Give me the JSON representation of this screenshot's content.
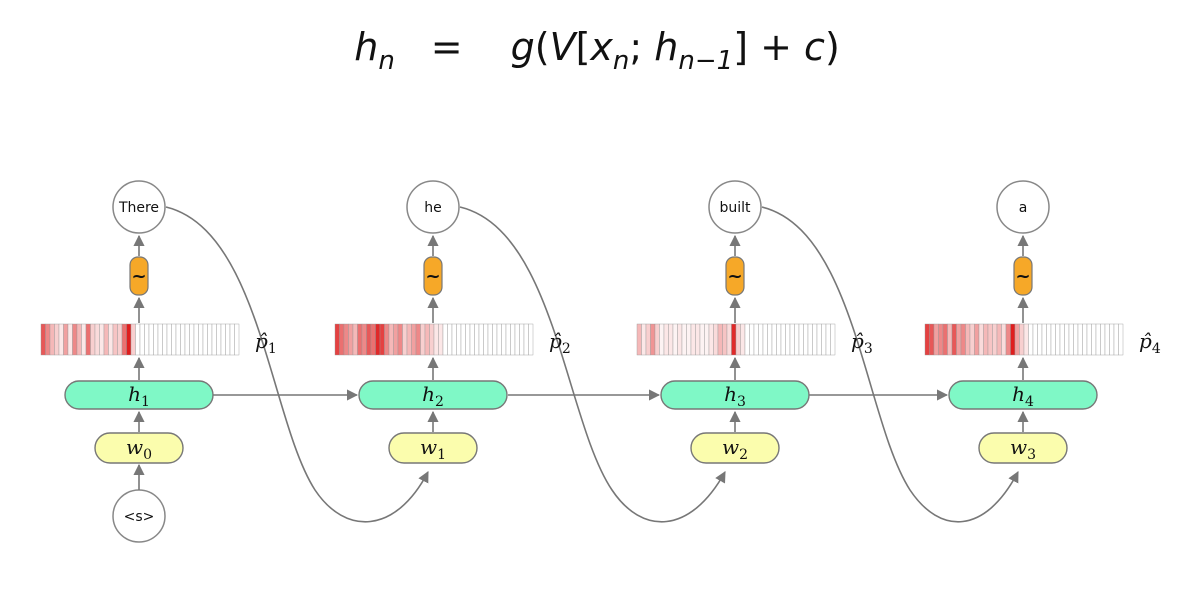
{
  "equation": {
    "lhs": "h",
    "lhs_sub": "n",
    "eq": "=",
    "g": "g",
    "lparen": "(",
    "V": "V",
    "lbrack": "[",
    "x": "x",
    "x_sub": "n",
    "semi": "; ",
    "h": "h",
    "h_sub": "n−1",
    "rbrack": "]",
    "plus": " + ",
    "c": "c",
    "rparen": ")"
  },
  "steps": [
    {
      "output_word": "There",
      "p_sym": "p̂",
      "p_sub": "1",
      "h_sym": "h",
      "h_sub": "1",
      "w_sym": "w",
      "w_sub": "0",
      "tilde": "~",
      "dist": [
        0.7,
        0.5,
        0.3,
        0.2,
        0.1,
        0.4,
        0.1,
        0.5,
        0.3,
        0.1,
        0.6,
        0.2,
        0.15,
        0.1,
        0.3,
        0.1,
        0.25,
        0.2,
        0.6,
        0.95,
        0.2,
        0,
        0,
        0,
        0,
        0,
        0,
        0,
        0,
        0,
        0,
        0,
        0,
        0,
        0,
        0,
        0,
        0,
        0,
        0,
        0,
        0,
        0,
        0
      ]
    },
    {
      "output_word": "he",
      "p_sym": "p̂",
      "p_sub": "2",
      "h_sym": "h",
      "h_sub": "2",
      "w_sym": "w",
      "w_sub": "1",
      "tilde": "~",
      "dist": [
        0.8,
        0.6,
        0.5,
        0.4,
        0.3,
        0.6,
        0.5,
        0.7,
        0.6,
        0.9,
        0.8,
        0.5,
        0.3,
        0.4,
        0.5,
        0.2,
        0.3,
        0.4,
        0.5,
        0.2,
        0.3,
        0.2,
        0.1,
        0.1,
        0,
        0,
        0,
        0,
        0,
        0,
        0,
        0,
        0,
        0,
        0,
        0,
        0,
        0,
        0,
        0,
        0,
        0,
        0,
        0
      ]
    },
    {
      "output_word": "built",
      "p_sym": "p̂",
      "p_sub": "3",
      "h_sym": "h",
      "h_sub": "3",
      "w_sym": "w",
      "w_sub": "2",
      "tilde": "~",
      "dist": [
        0.3,
        0.1,
        0.2,
        0.45,
        0.2,
        0.05,
        0.1,
        0.1,
        0.05,
        0.1,
        0.05,
        0.05,
        0.1,
        0.1,
        0.05,
        0.05,
        0.1,
        0.15,
        0.3,
        0.25,
        0.15,
        0.9,
        0.2,
        0.1,
        0,
        0,
        0,
        0,
        0,
        0,
        0,
        0,
        0,
        0,
        0,
        0,
        0,
        0,
        0,
        0,
        0,
        0,
        0,
        0
      ]
    },
    {
      "output_word": "a",
      "p_sym": "p̂",
      "p_sub": "4",
      "h_sym": "h",
      "h_sub": "4",
      "w_sym": "w",
      "w_sub": "3",
      "tilde": "~",
      "dist": [
        0.8,
        0.7,
        0.4,
        0.5,
        0.6,
        0.3,
        0.7,
        0.4,
        0.5,
        0.3,
        0.2,
        0.4,
        0.15,
        0.3,
        0.25,
        0.2,
        0.3,
        0.15,
        0.5,
        0.95,
        0.4,
        0.2,
        0.1,
        0,
        0,
        0,
        0,
        0,
        0,
        0,
        0,
        0,
        0,
        0,
        0,
        0,
        0,
        0,
        0,
        0,
        0,
        0,
        0,
        0
      ]
    }
  ],
  "start_token": "<s>",
  "colors": {
    "hidden_fill": "#7ff8c6",
    "input_fill": "#fbfdad",
    "sampler_fill": "#f6a828",
    "dist_hot": "#dd1111",
    "line": "#777777",
    "node_stroke": "#888888"
  }
}
